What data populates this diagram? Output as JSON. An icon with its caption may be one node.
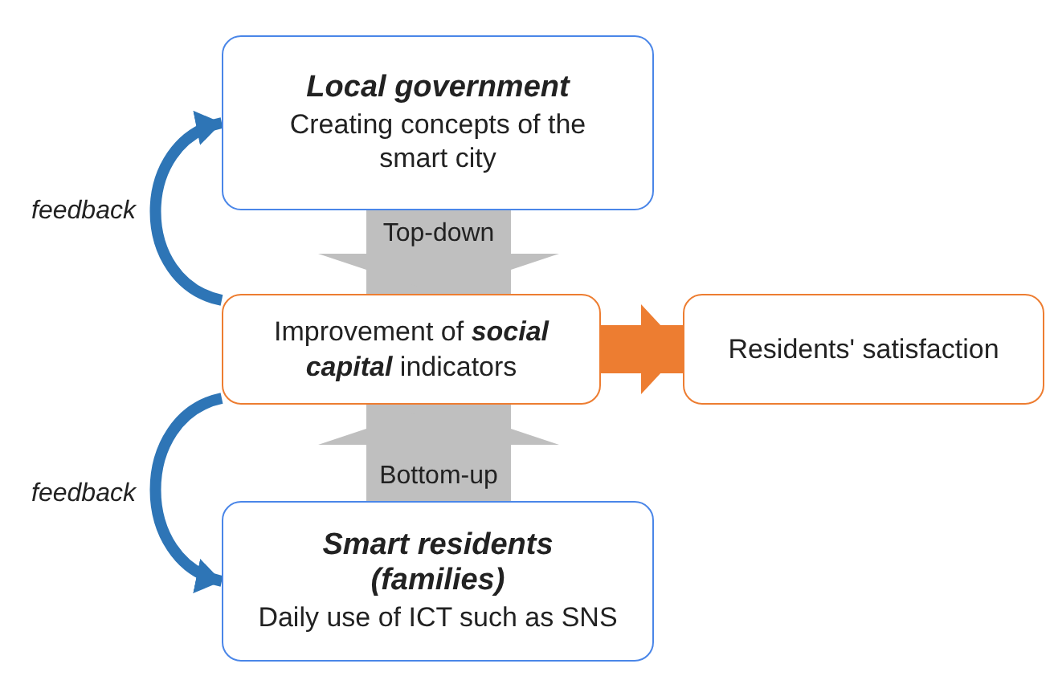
{
  "diagram": {
    "nodes": [
      {
        "text": [
          "Local government",
          "Creating concepts of the smart city"
        ]
      },
      {
        "text": [
          "Improvement of **social capital** indicators"
        ]
      },
      {
        "text": [
          "Residents' satisfaction"
        ]
      },
      {
        "text": [
          "Smart residents (families)",
          "Daily use of ICT such as SNS"
        ]
      }
    ],
    "edges": [
      {
        "from": 1,
        "to": 0,
        "arrow": "to",
        "label": "feedback",
        "color": "#2e75b6"
      },
      {
        "from": 0,
        "to": 1,
        "arrow": "to",
        "label": "Top-down",
        "style": "thick",
        "color": "#bfbfbf"
      },
      {
        "from": 1,
        "to": 2,
        "arrow": "to",
        "color": "#ed7d31"
      },
      {
        "from": 1,
        "to": 3,
        "arrow": "to",
        "label": "feedback",
        "color": "#2e75b6"
      },
      {
        "from": 3,
        "to": 1,
        "arrow": "to",
        "label": "Bottom-up",
        "style": "thick",
        "color": "#bfbfbf"
      }
    ]
  }
}
